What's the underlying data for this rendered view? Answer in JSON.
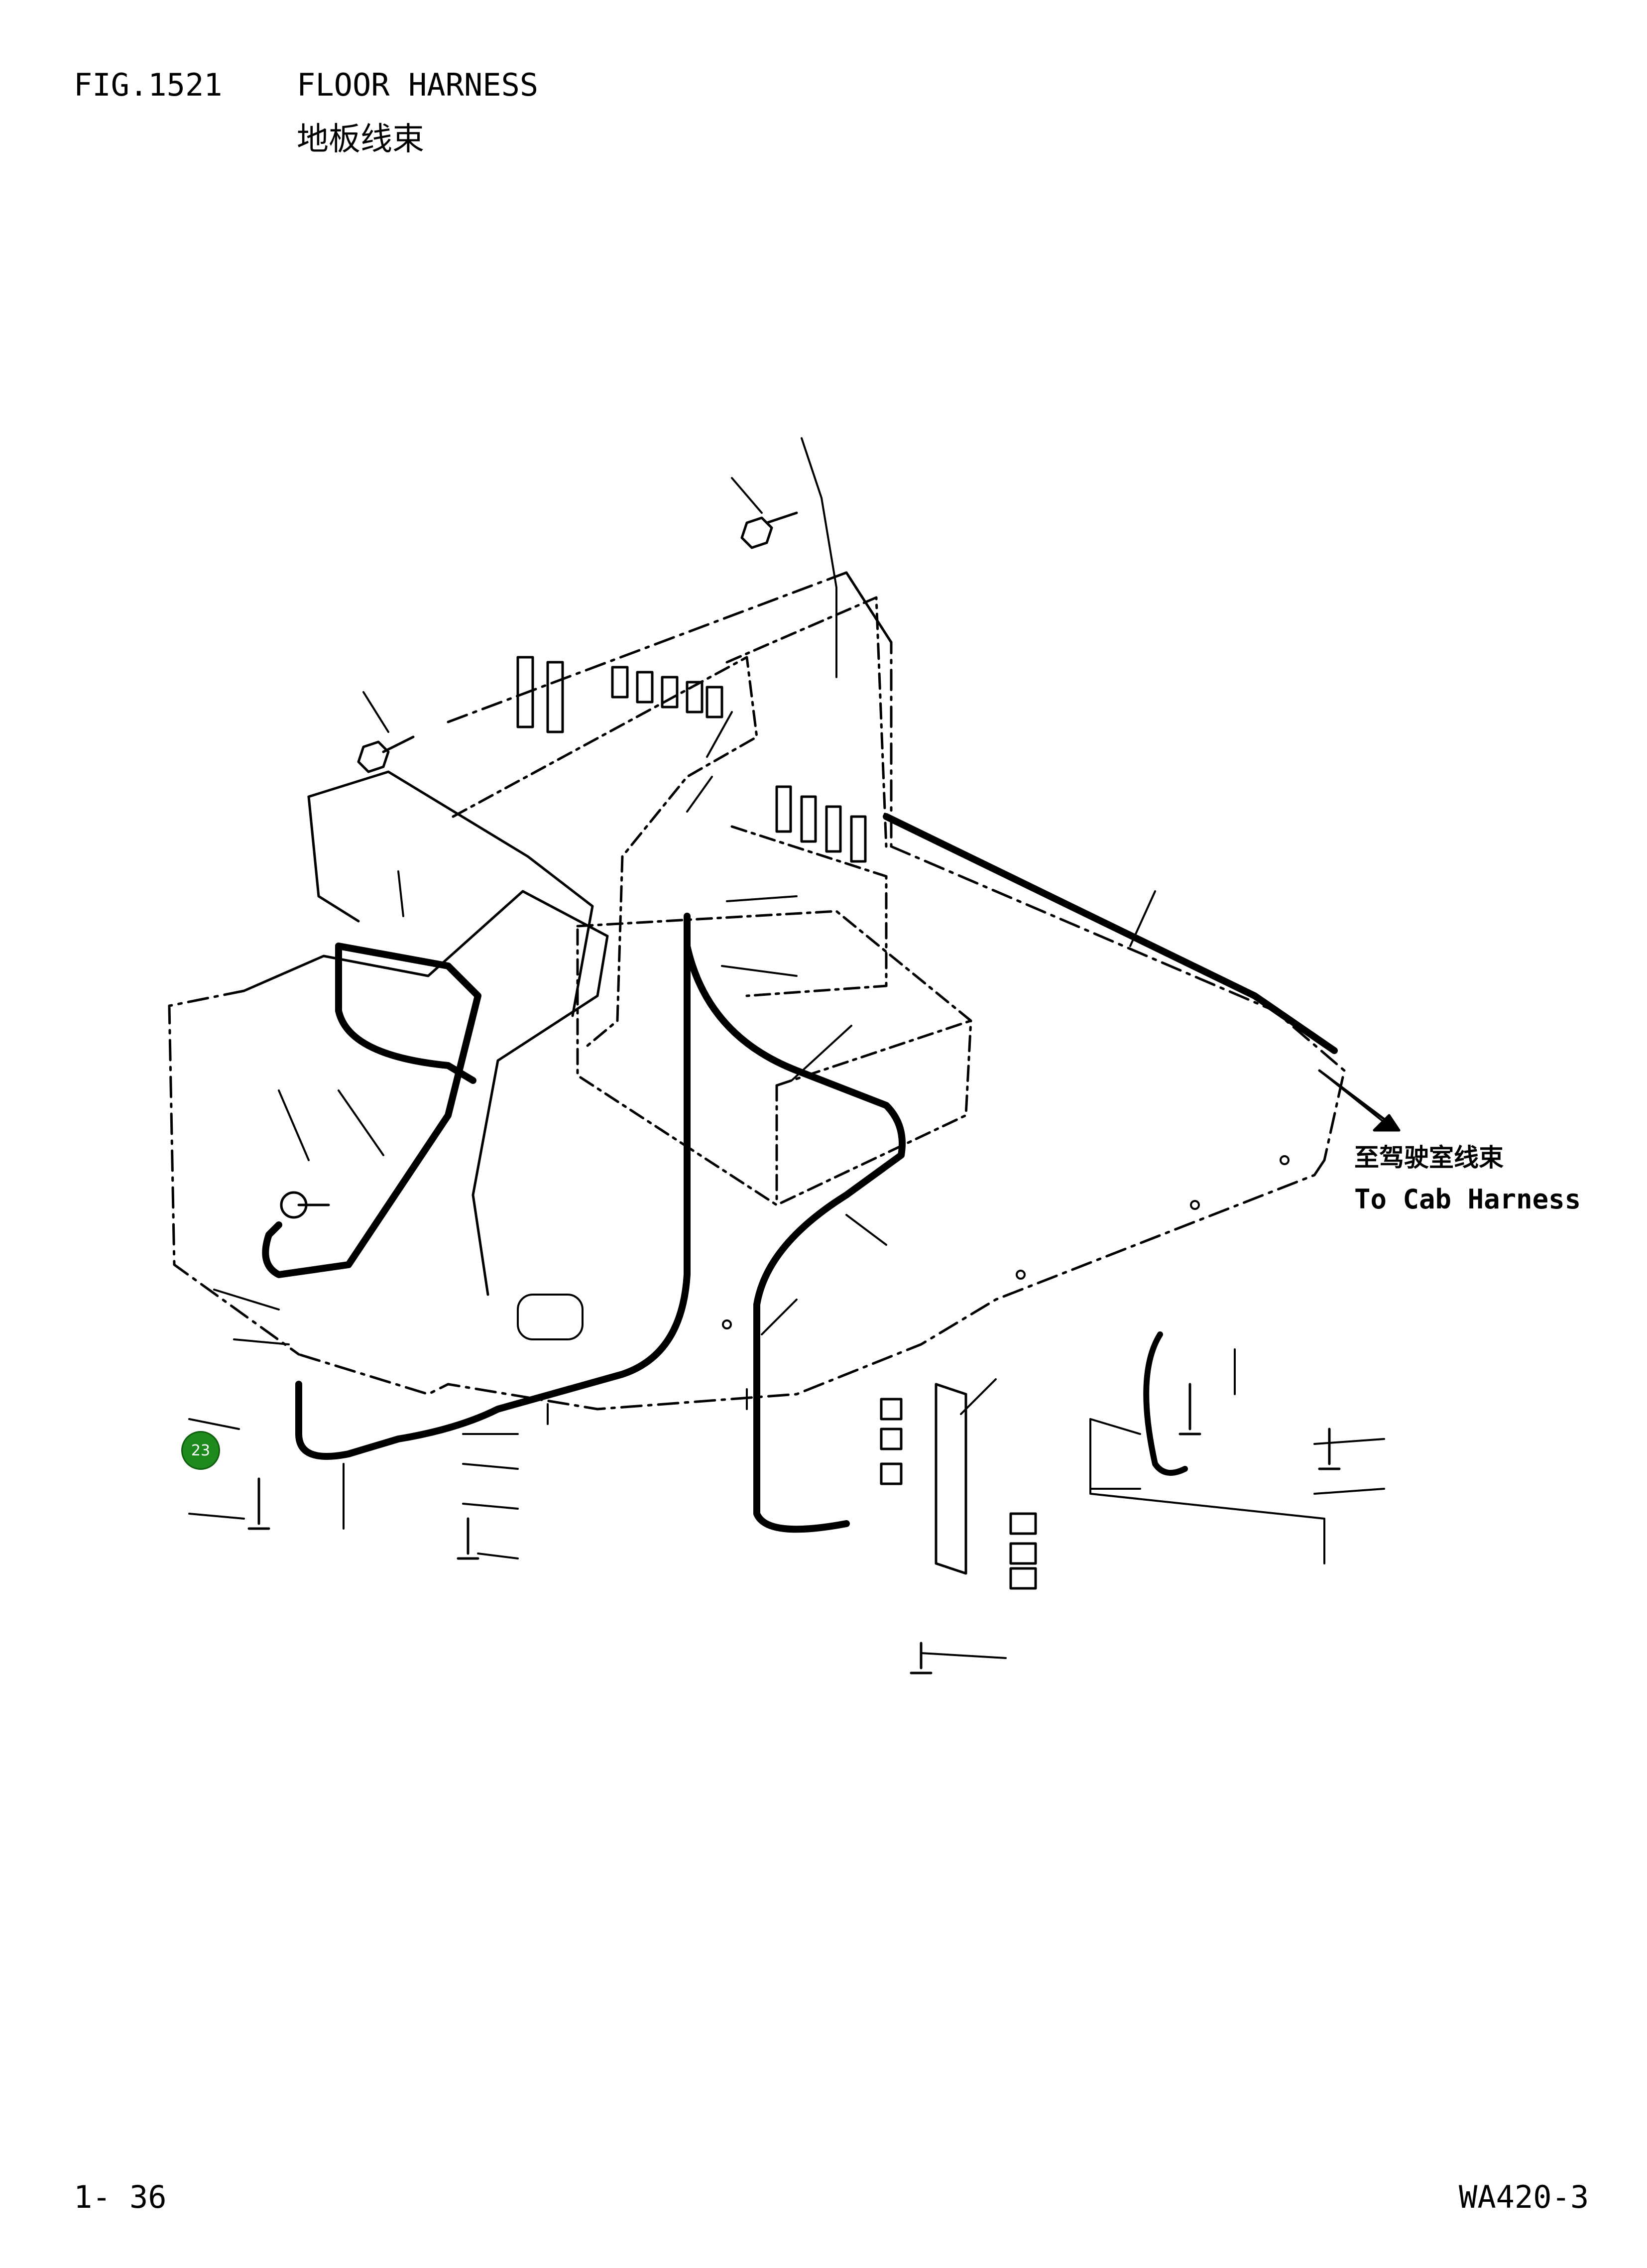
{
  "header": {
    "figure_number": "FIG.1521",
    "title_en": "FLOOR HARNESS",
    "title_cn": "地板线束"
  },
  "callout": {
    "label_cn": "至驾驶室线束",
    "label_en": "To Cab Harness"
  },
  "hotspots": [
    {
      "label": "23",
      "color": "#1e8a1e"
    }
  ],
  "footer": {
    "page": "1- 36",
    "model": "WA420-3"
  }
}
